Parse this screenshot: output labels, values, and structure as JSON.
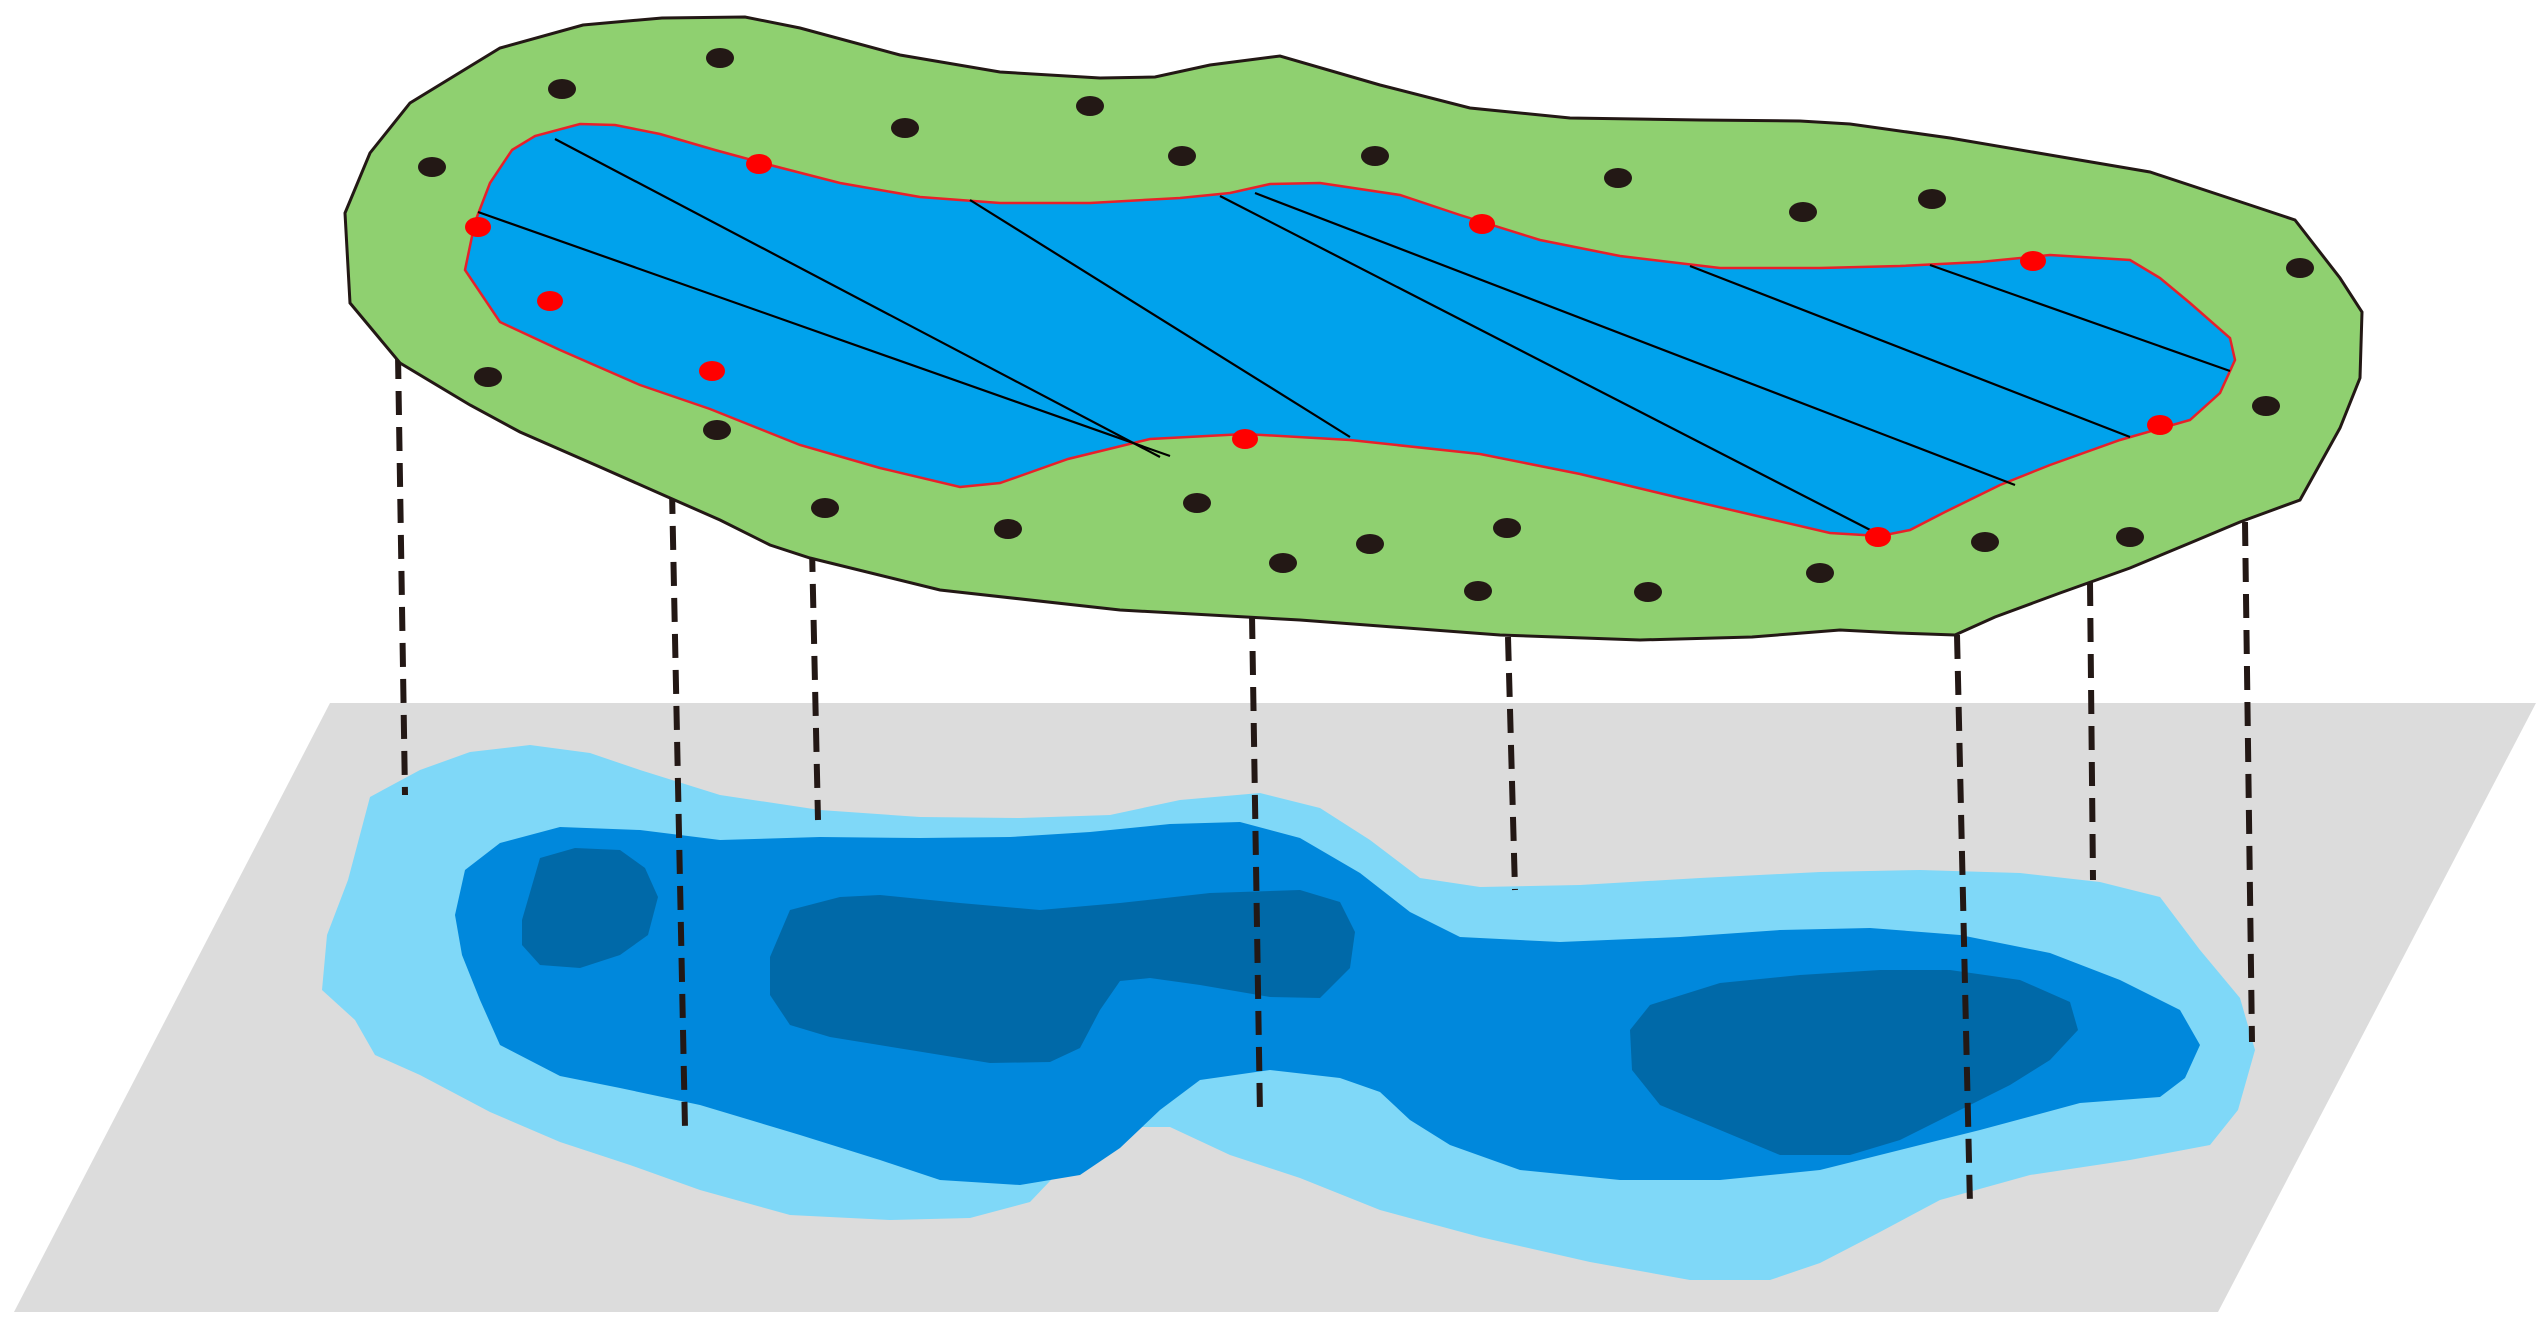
{
  "figure": {
    "title": "",
    "colors": {
      "background": "#ffffff",
      "base_plane": "#dcdcdc",
      "zone_shallow": "#7fd8f8",
      "zone_mid": "#0088dc",
      "zone_deep": "#0069a8",
      "surface_land": "#8fd070",
      "surface_water": "#00a2ec",
      "boundary_line": "#e8202a",
      "boundary_point": "#ff0000",
      "sample_point": "#231815",
      "transect_line": "#000000",
      "projection_line": "#231815"
    }
  },
  "elements": {
    "base_plane": "projection-plane",
    "depth_zones": [
      "shallow-zone",
      "mid-depth-zone",
      "deep-zone"
    ],
    "upper_surface": "land-surface",
    "water_body": "water-area",
    "transects": "survey-transect-lines",
    "boundary_points": "shoreline-survey-points",
    "sample_points": "land-survey-points",
    "projections": "vertical-projection-lines"
  }
}
